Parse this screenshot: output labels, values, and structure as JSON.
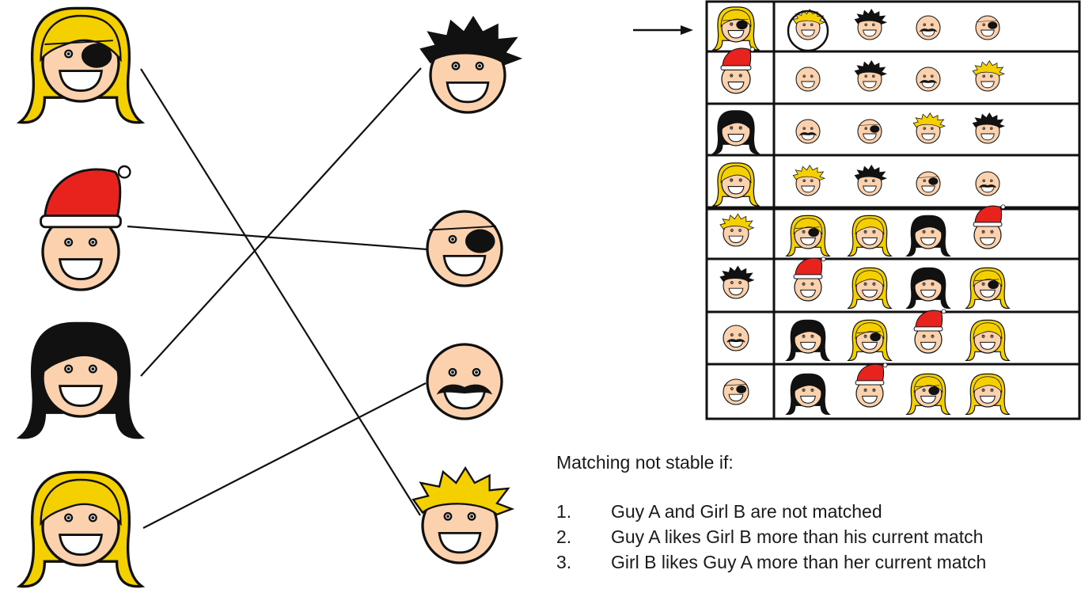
{
  "people": {
    "girls": [
      {
        "id": "girl-blonde-eyepatch",
        "hair": "blonde",
        "accessory": "eyepatch"
      },
      {
        "id": "girl-santa-hat",
        "hair": "none",
        "accessory": "santa-hat"
      },
      {
        "id": "girl-black-hair",
        "hair": "black",
        "accessory": "none"
      },
      {
        "id": "girl-blonde",
        "hair": "blonde",
        "accessory": "none"
      }
    ],
    "guys": [
      {
        "id": "guy-spiky-black",
        "hair": "spiky-black",
        "accessory": "none"
      },
      {
        "id": "guy-eyepatch",
        "hair": "bald",
        "accessory": "eyepatch"
      },
      {
        "id": "guy-mustache",
        "hair": "bald",
        "accessory": "mustache"
      },
      {
        "id": "guy-spiky-blonde",
        "hair": "spiky-blonde",
        "accessory": "none"
      }
    ]
  },
  "matching": [
    {
      "girl": "girl-blonde-eyepatch",
      "guy": "guy-spiky-blonde"
    },
    {
      "girl": "girl-santa-hat",
      "guy": "guy-eyepatch"
    },
    {
      "girl": "girl-black-hair",
      "guy": "guy-spiky-black"
    },
    {
      "girl": "girl-blonde",
      "guy": "guy-mustache"
    }
  ],
  "preferences": {
    "girls": [
      {
        "person": "girl-blonde-eyepatch",
        "ranking": [
          "guy-spiky-blonde",
          "guy-spiky-black",
          "guy-mustache",
          "guy-eyepatch"
        ],
        "highlighted_index": 0,
        "arrow": true
      },
      {
        "person": "girl-santa-hat",
        "ranking": [
          "guy-bald",
          "guy-spiky-black",
          "guy-mustache",
          "guy-spiky-blonde"
        ]
      },
      {
        "person": "girl-black-hair",
        "ranking": [
          "guy-mustache",
          "guy-eyepatch",
          "guy-spiky-blonde",
          "guy-spiky-black"
        ]
      },
      {
        "person": "girl-blonde",
        "ranking": [
          "guy-spiky-blonde",
          "guy-spiky-black",
          "guy-eyepatch",
          "guy-mustache"
        ]
      }
    ],
    "guys": [
      {
        "person": "guy-spiky-blonde",
        "ranking": [
          "girl-blonde-eyepatch",
          "girl-blonde",
          "girl-black-hair",
          "girl-santa-hat"
        ]
      },
      {
        "person": "guy-spiky-black",
        "ranking": [
          "girl-santa-hat",
          "girl-blonde",
          "girl-black-hair",
          "girl-blonde-eyepatch"
        ]
      },
      {
        "person": "guy-mustache",
        "ranking": [
          "girl-black-hair",
          "girl-blonde-eyepatch",
          "girl-santa-hat",
          "girl-blonde"
        ]
      },
      {
        "person": "guy-eyepatch",
        "ranking": [
          "girl-black-hair",
          "girl-santa-hat",
          "girl-blonde-eyepatch",
          "girl-blonde"
        ]
      }
    ]
  },
  "legend": {
    "title": "Matching not stable if:",
    "items": [
      {
        "num": "1.",
        "text": "Guy A and Girl B are not matched"
      },
      {
        "num": "2.",
        "text": "Guy A likes Girl B more than his current match"
      },
      {
        "num": "3.",
        "text": "Girl B likes Guy A more than her current match"
      }
    ]
  },
  "colors": {
    "skin": "#fbd2ad",
    "blonde": "#f5d000",
    "black_hair": "#111111",
    "hat_red": "#e8231e",
    "line": "#111111"
  }
}
